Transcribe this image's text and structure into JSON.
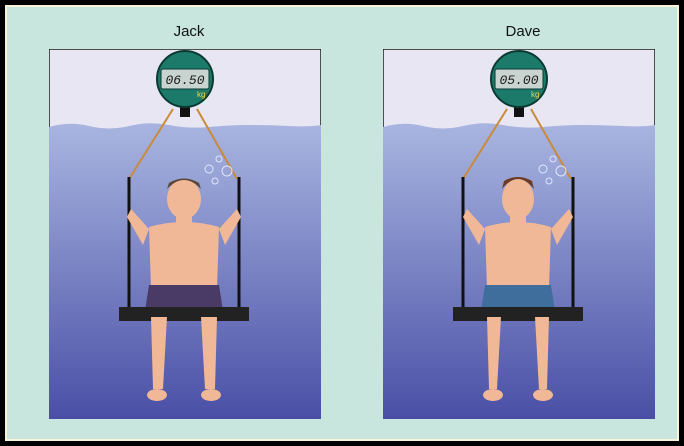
{
  "panels": [
    {
      "name": "Jack",
      "reading": "06.50",
      "unit": "kg",
      "shorts_color": "#4a3a66"
    },
    {
      "name": "Dave",
      "reading": "05.00",
      "unit": "kg",
      "shorts_color": "#3f6e9c"
    }
  ],
  "colors": {
    "background": "#c8e6dd",
    "air": "#e9e6f3",
    "water_top": "#a9b5e0",
    "water_bottom": "#4a4fa6",
    "skin": "#f0b896",
    "scale_face": "#1c7a6a"
  }
}
